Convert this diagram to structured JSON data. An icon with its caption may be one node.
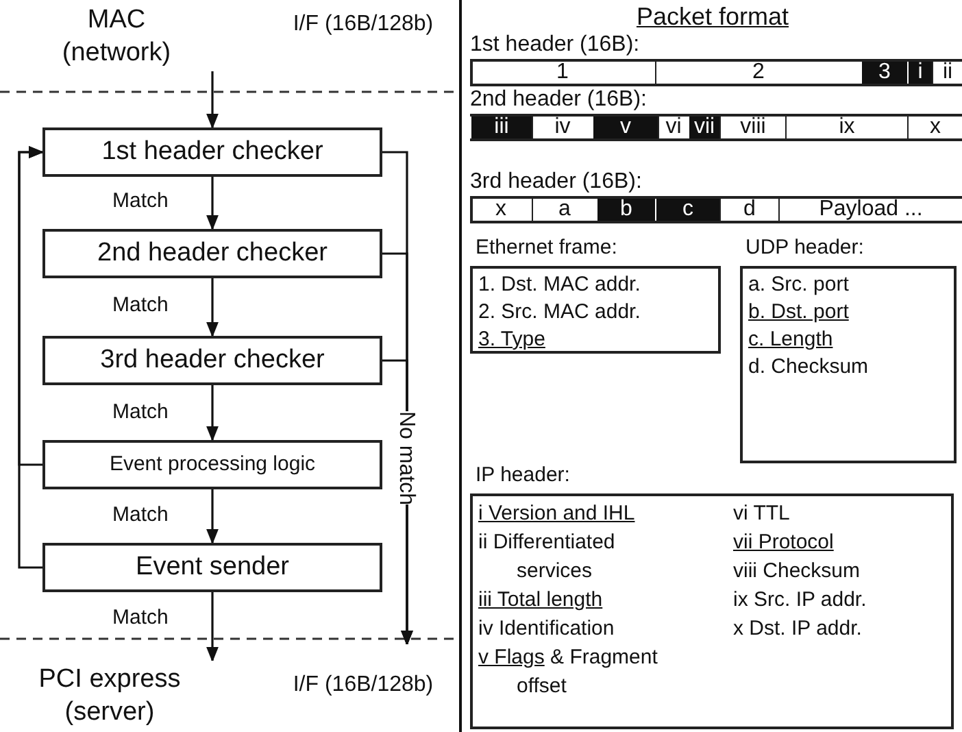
{
  "diagram": {
    "nodes": [
      {
        "text": [
          "MAC (network)"
        ]
      },
      {
        "text": [
          "1st header checker"
        ]
      },
      {
        "text": [
          "2nd header checker"
        ]
      },
      {
        "text": [
          "3rd header checker"
        ]
      },
      {
        "text": [
          "Event processing logic"
        ]
      },
      {
        "text": [
          "Event sender"
        ]
      },
      {
        "text": [
          "PCI express (server)"
        ]
      },
      {
        "text": [
          "I/F (16B/128b)"
        ]
      },
      {
        "text": [
          "Ethernet frame:",
          "1. Dst. MAC addr.",
          "2. Src. MAC addr.",
          "3. Type"
        ]
      },
      {
        "text": [
          "UDP header:",
          "a. Src. port",
          "b. Dst. port",
          "c. Length",
          "d. Checksum"
        ]
      },
      {
        "text": [
          "IP header:",
          "i Version and IHL",
          "ii Differentiated services",
          "iii Total length",
          "iv Identification",
          "v Flags & Fragment offset",
          "vi TTL",
          "vii Protocol",
          "viii Checksum",
          "ix Src. IP addr.",
          "x Dst. IP addr."
        ]
      }
    ],
    "edges": [
      {
        "from": 0,
        "to": 1,
        "arrow": "to"
      },
      {
        "from": 1,
        "to": 2,
        "arrow": "to",
        "label": "Match"
      },
      {
        "from": 2,
        "to": 3,
        "arrow": "to",
        "label": "Match"
      },
      {
        "from": 3,
        "to": 4,
        "arrow": "to",
        "label": "Match"
      },
      {
        "from": 4,
        "to": 5,
        "arrow": "to",
        "label": "Match"
      },
      {
        "from": 5,
        "to": 6,
        "arrow": "to",
        "label": "Match"
      },
      {
        "from": 1,
        "to": 7,
        "arrow": "to",
        "label": "No match"
      },
      {
        "from": 2,
        "to": 7,
        "arrow": "to"
      },
      {
        "from": 3,
        "to": 7,
        "arrow": "to"
      },
      {
        "from": 4,
        "to": 1,
        "arrow": "to"
      },
      {
        "from": 5,
        "to": 1,
        "arrow": "to"
      }
    ],
    "labels": [
      "I/F (16B/128b)",
      "Packet format",
      "1st header (16B):",
      "1",
      "2",
      "3",
      "i",
      "ii",
      "2nd header (16B):",
      "iii",
      "iv",
      "v",
      "vi",
      "vii",
      "viii",
      "ix",
      "x",
      "3rd header (16B):",
      "x",
      "a",
      "b",
      "c",
      "d",
      "Payload ..."
    ]
  }
}
